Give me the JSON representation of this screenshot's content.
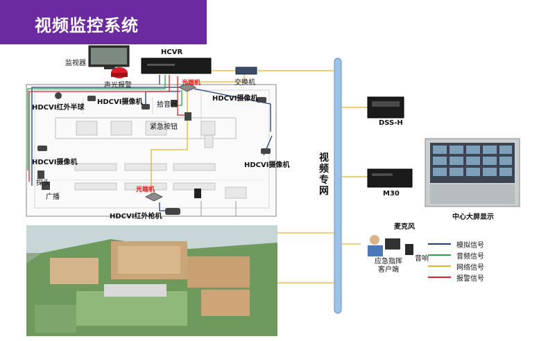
{
  "title": "视频监控系统",
  "devices": {
    "monitor": "监视器",
    "hcvr": "HCVR",
    "alarm": "声光报警",
    "switch": "交换机",
    "fiber_top": "光端机",
    "fiber_mid": "光端机",
    "camera1": "HDCVI摄像机",
    "camera2": "HDCVI摄像机",
    "camera3": "HDCVI摄像机",
    "camera4": "HDCVI摄像机",
    "ir_dome": "HDCVI红外半球",
    "ir_bullet": "HDCVI红外枪机",
    "pickup": "拾音器",
    "panic_button": "紧急按钮",
    "probe": "探头",
    "speaker": "广播",
    "video_network": "视频专网",
    "dss": "DSS-H",
    "m30": "M30",
    "video_wall": "中心大屏显示",
    "microphone": "麦克风",
    "audio": "音响",
    "client": "应急指挥\n客户端"
  },
  "legend": [
    {
      "label": "模拟信号",
      "color": "#1f3f7a"
    },
    {
      "label": "音频信号",
      "color": "#2e9e4a"
    },
    {
      "label": "网络信号",
      "color": "#e3b230"
    },
    {
      "label": "报警信号",
      "color": "#d9202a"
    }
  ],
  "colors": {
    "banner": "#6c2aa0",
    "bus": "#9cc2e8"
  }
}
